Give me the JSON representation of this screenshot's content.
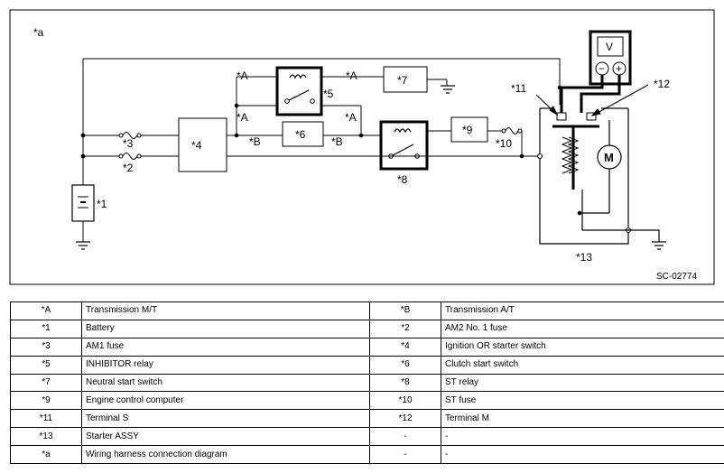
{
  "diagram": {
    "title_mark": "*a",
    "code": "SC-02774",
    "labels": {
      "a_top_left": "*A",
      "a_top_right": "*A",
      "a_mid_left": "*A",
      "a_mid_right": "*A",
      "b_left": "*B",
      "b_right": "*B",
      "n1": "*1",
      "n2": "*2",
      "n3": "*3",
      "n4": "*4",
      "n5": "*5",
      "n6": "*6",
      "n7": "*7",
      "n8": "*8",
      "n9": "*9",
      "n10": "*10",
      "n11": "*11",
      "n12": "*12",
      "n13": "*13",
      "voltmeter": "V",
      "motor": "M",
      "minus": "−",
      "plus": "+"
    }
  },
  "legend": {
    "rows": [
      [
        "*A",
        "Transmission M/T",
        "*B",
        "Transmission A/T"
      ],
      [
        "*1",
        "Battery",
        "*2",
        "AM2 No. 1 fuse"
      ],
      [
        "*3",
        "AM1 fuse",
        "*4",
        "Ignition OR starter switch"
      ],
      [
        "*5",
        "INHIBITOR relay",
        "*6",
        "Clutch start switch"
      ],
      [
        "*7",
        "Neutral start switch",
        "*8",
        "ST relay"
      ],
      [
        "*9",
        "Engine control computer",
        "*10",
        "ST fuse"
      ],
      [
        "*11",
        "Terminal S",
        "*12",
        "Terminal M"
      ],
      [
        "*13",
        "Starter ASSY",
        "-",
        "-"
      ],
      [
        "*a",
        "Wiring harness connection diagram",
        "-",
        "-"
      ]
    ]
  }
}
